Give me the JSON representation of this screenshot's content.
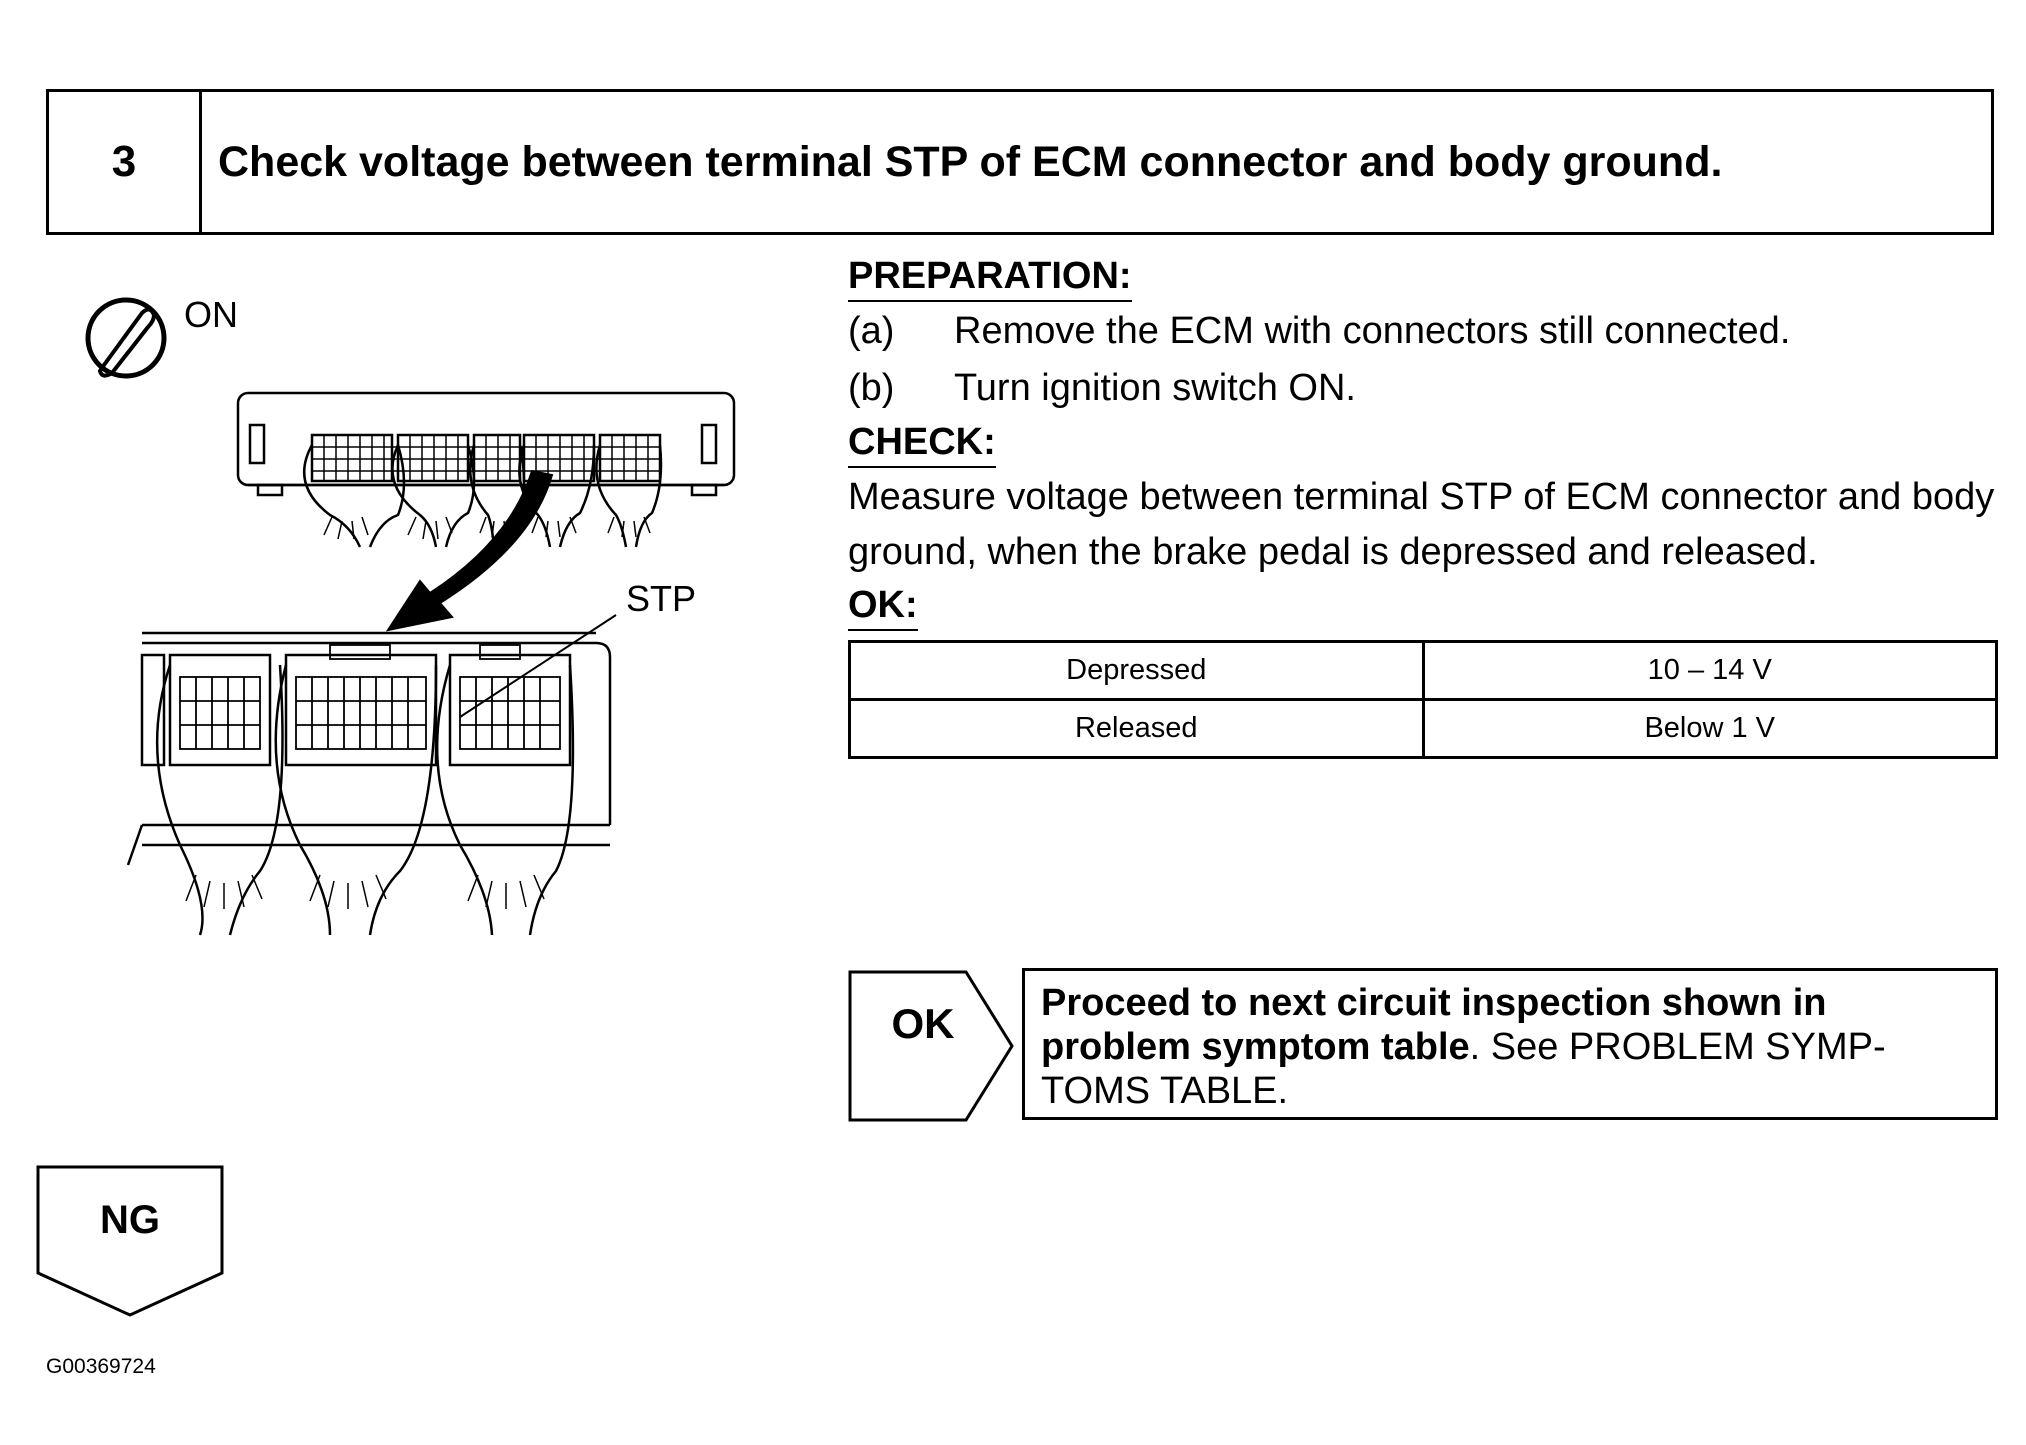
{
  "header": {
    "step_number": "3",
    "title": "Check voltage between terminal STP of ECM connector and body ground."
  },
  "illustration": {
    "ignition_label": "ON",
    "terminal_label": "STP",
    "icon": "ignition-switch-icon"
  },
  "preparation": {
    "heading": "PREPARATION:",
    "steps": [
      {
        "label": "(a)",
        "text": "Remove the ECM with connectors still connected."
      },
      {
        "label": "(b)",
        "text": "Turn ignition switch ON."
      }
    ]
  },
  "check": {
    "heading": "CHECK:",
    "text": "Measure voltage between terminal STP of ECM connector and body ground, when the brake pedal is depressed and released."
  },
  "ok_spec": {
    "heading": "OK:",
    "rows": [
      {
        "condition": "Depressed",
        "value": "10 – 14 V"
      },
      {
        "condition": "Released",
        "value": "Below 1 V"
      }
    ]
  },
  "ok_result": {
    "label": "OK",
    "text_bold": "Proceed to next circuit inspection shown in problem symptom table",
    "text_rest": ". See PROBLEM SYMP-TOMS TABLE."
  },
  "ng": {
    "label": "NG"
  },
  "figure_code": "G00369724"
}
